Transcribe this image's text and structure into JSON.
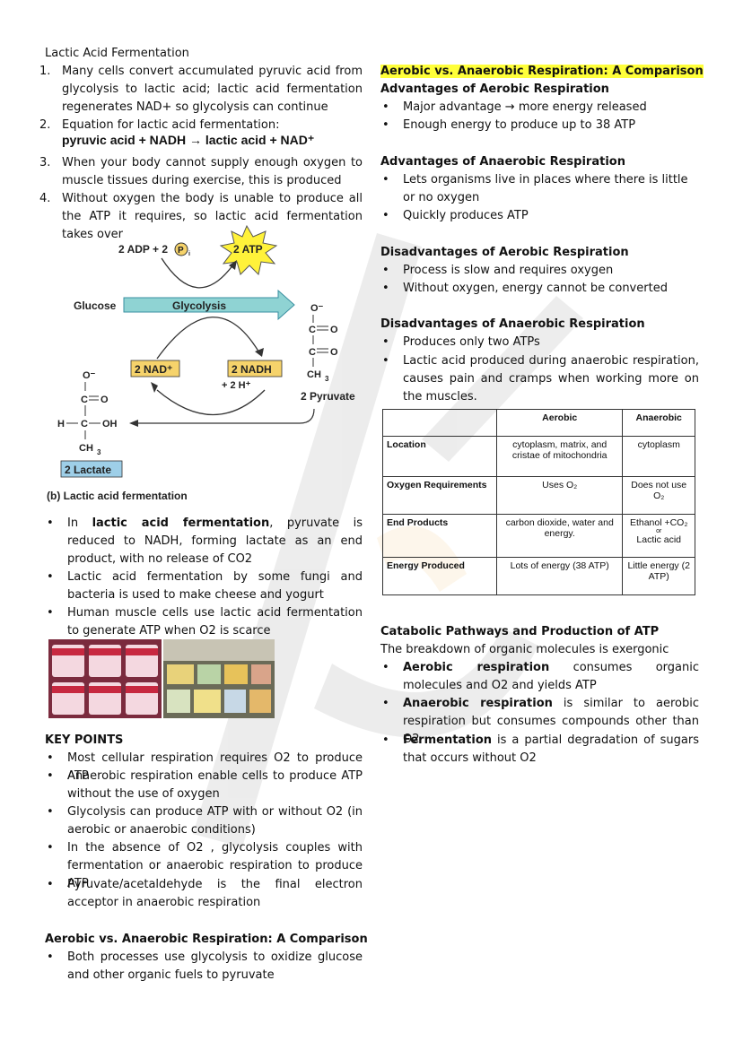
{
  "left": {
    "title": "Lactic Acid Fermentation",
    "numbered": [
      {
        "n": "1.",
        "text": "Many cells convert accumulated pyruvic acid from glycolysis to lactic acid; lactic acid fermentation regenerates NAD+ so glycolysis can continue"
      },
      {
        "n": "2.",
        "text": "Equation for lactic acid fermentation:"
      },
      {
        "n": "3.",
        "text": "When your body cannot supply enough oxygen to muscle tissues during exercise, this is produced"
      },
      {
        "n": "4.",
        "text": "Without oxygen the body is unable to produce all the ATP it requires, so lactic acid fermentation takes over"
      }
    ],
    "equation": "pyruvic acid + NADH → lactic acid + NAD⁺",
    "diagram": {
      "adp": "2 ADP + 2",
      "pi": "P",
      "pi_sub": "i",
      "atp": "2 ATP",
      "glucose": "Glucose",
      "glycolysis": "Glycolysis",
      "nad": "2 NAD⁺",
      "nadh": "2 NADH",
      "h": "+ 2 H⁺",
      "pyruvate": "2 Pyruvate",
      "lactate": "2 Lactate",
      "caption": "(b) Lactic acid fermentation",
      "o_minus": "O⁻",
      "c_o": "C",
      "o": "O",
      "ch3": "CH",
      "h_c_oh_h": "H",
      "oh": "OH",
      "sub3": "3"
    },
    "bullets1": [
      {
        "pre": "In ",
        "bold": "lactic acid fermentation",
        "post": ", pyruvate is reduced to NADH, forming lactate as an end product, with no release of CO2"
      },
      {
        "pre": "",
        "bold": "",
        "post": "Lactic acid fermentation by some fungi and bacteria is used to make cheese and yogurt"
      },
      {
        "pre": "",
        "bold": "",
        "post": "Human muscle cells use lactic acid fermentation to generate ATP when O2 is scarce"
      }
    ],
    "key_points_title": "KEY POINTS",
    "key_points": [
      "Most cellular respiration requires O2 to produce ATP",
      "Anaerobic respiration enable cells to produce ATP without the use of oxygen",
      "Glycolysis can produce ATP with or without O2 (in aerobic or anaerobic conditions)",
      "In the absence of O2 , glycolysis couples with fermentation or anaerobic respiration to produce ATP",
      "Pyruvate/acetaldehyde is the final electron acceptor in anaerobic respiration"
    ],
    "comparison_title": "Aerobic vs. Anaerobic Respiration: A Comparison",
    "comparison_bullets": [
      "Both processes use glycolysis to oxidize glucose and other organic fuels to pyruvate"
    ]
  },
  "right": {
    "title": "Aerobic vs. Anaerobic Respiration: A Comparison",
    "adv_aerobic_title": "Advantages of Aerobic Respiration",
    "adv_aerobic": [
      "Major advantage → more energy released",
      "Enough energy to produce up to 38 ATP"
    ],
    "adv_anaerobic_title": "Advantages of Anaerobic Respiration",
    "adv_anaerobic": [
      "Lets organisms live in places where there is little or no oxygen",
      "Quickly produces ATP"
    ],
    "dis_aerobic_title": "Disadvantages of Aerobic Respiration",
    "dis_aerobic": [
      "Process is slow and requires oxygen",
      "Without oxygen, energy cannot be converted"
    ],
    "dis_anaerobic_title": "Disadvantages of Anaerobic Respiration",
    "dis_anaerobic": [
      "Produces only two ATPs",
      "Lactic acid produced during anaerobic respiration, causes pain and cramps when working more on the muscles."
    ],
    "table": {
      "headers": [
        "",
        "Aerobic",
        "Anaerobic"
      ],
      "rows": [
        [
          "Location",
          "cytoplasm, matrix, and cristae of mitochondria",
          "cytoplasm"
        ],
        [
          "Oxygen Requirements",
          "Uses O₂",
          "Does not use O₂"
        ],
        [
          "End Products",
          "carbon dioxide, water and energy.",
          "Ethanol +CO₂"
        ],
        [
          "Energy Produced",
          "Lots of energy (38 ATP)",
          "Little energy (2 ATP)"
        ]
      ],
      "or_label": "or",
      "lactic": "Lactic acid"
    },
    "catabolic_title": "Catabolic Pathways and Production of ATP",
    "catabolic_intro": "The breakdown of organic molecules is exergonic",
    "catabolic_bullets": [
      {
        "bold": "Aerobic respiration",
        "post": " consumes organic molecules and O2 and yields ATP"
      },
      {
        "bold": "Anaerobic respiration",
        "post": " is similar to aerobic respiration but consumes compounds other than O2"
      },
      {
        "bold": "Fermentation",
        "post": " is a partial degradation of sugars that occurs without O2"
      }
    ]
  },
  "colors": {
    "highlight": "#ffff3a",
    "glycolysis_arrow": "#8fd3d3",
    "nad_box": "#f6d36b",
    "lactate_box": "#9ecfe8",
    "atp_star": "#fff23a"
  }
}
